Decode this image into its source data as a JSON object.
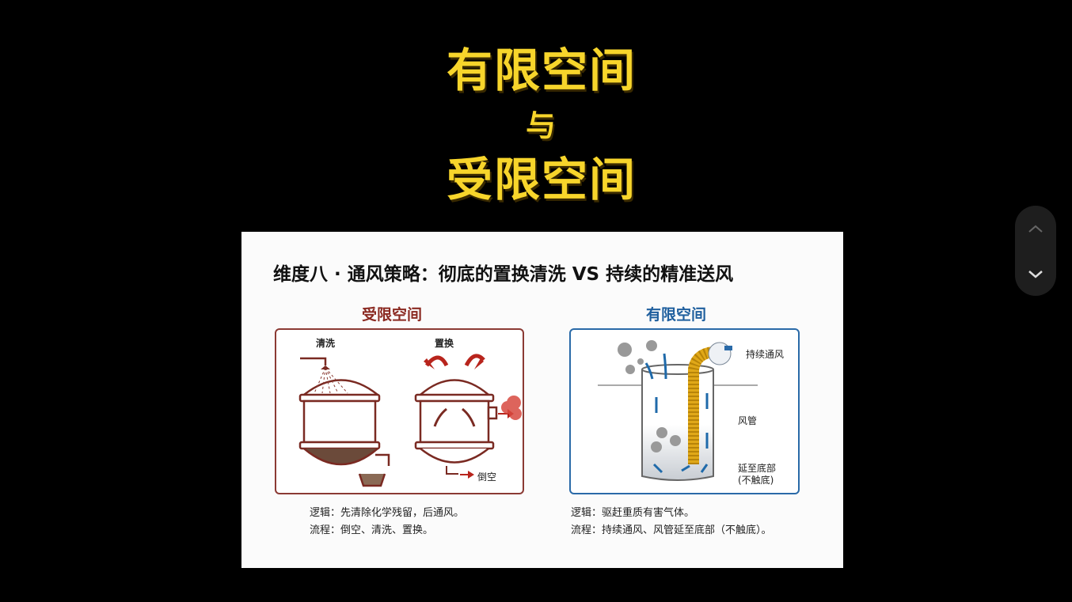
{
  "video_title": {
    "line1": "有限空间",
    "line2": "与",
    "line3": "受限空间"
  },
  "slide": {
    "heading": "维度八 · 通风策略：彻底的置换清洗 VS 持续的精准送风",
    "left": {
      "title": "受限空间",
      "labels": {
        "wash": "清洗",
        "replace": "置换",
        "drain": "倒空"
      },
      "logic": "逻辑：先清除化学残留，后通风。",
      "process": "流程：倒空、清洗、置换。"
    },
    "right": {
      "title": "有限空间",
      "labels": {
        "vent": "持续通风",
        "duct": "风管",
        "bottom1": "延至底部",
        "bottom2": "(不触底)"
      },
      "logic": "逻辑：驱赶重质有害气体。",
      "process": "流程：持续通风、风管延至底部（不触底）。"
    }
  },
  "colors": {
    "title": "#f7d52b",
    "left_accent": "#8b2a22",
    "right_accent": "#1f5f9e"
  },
  "scroll_controls": {
    "up": "chevron-up",
    "down": "chevron-down"
  }
}
